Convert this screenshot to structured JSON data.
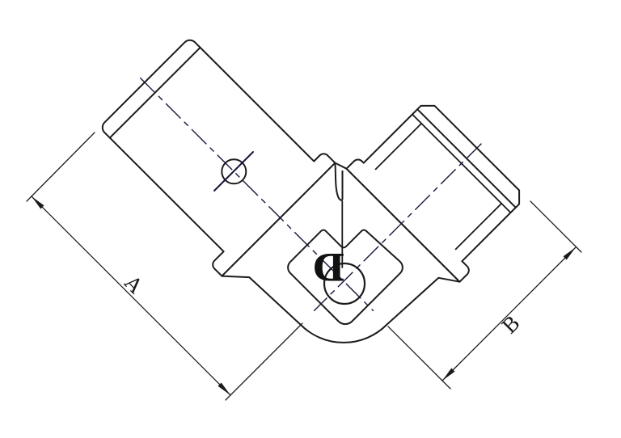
{
  "labels": {
    "dimension_a": "A",
    "dimension_b": "B",
    "diameter": "D"
  },
  "colors": {
    "line": "#1b1b1b",
    "centerline": "#16163d",
    "background": "#ffffff"
  }
}
